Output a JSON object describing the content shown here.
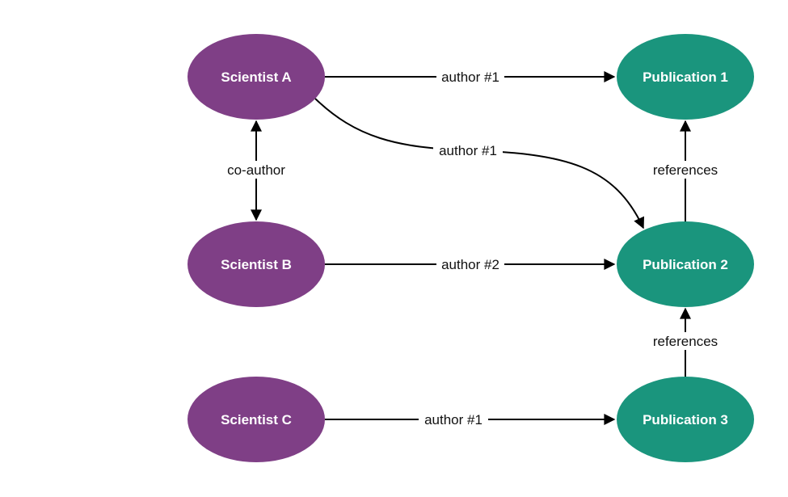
{
  "colors": {
    "scientist": "#7f3f86",
    "publication": "#1a957d",
    "edge": "#000000",
    "background": "#ffffff"
  },
  "nodes": {
    "scientist_a": {
      "label": "Scientist A"
    },
    "scientist_b": {
      "label": "Scientist B"
    },
    "scientist_c": {
      "label": "Scientist C"
    },
    "publication_1": {
      "label": "Publication 1"
    },
    "publication_2": {
      "label": "Publication 2"
    },
    "publication_3": {
      "label": "Publication 3"
    }
  },
  "edges": {
    "a_p1": {
      "label": "author #1"
    },
    "a_p2": {
      "label": "author #1"
    },
    "a_b": {
      "label": "co-author"
    },
    "b_p2": {
      "label": "author #2"
    },
    "c_p3": {
      "label": "author #1"
    },
    "p2_p1": {
      "label": "references"
    },
    "p3_p2": {
      "label": "references"
    }
  }
}
